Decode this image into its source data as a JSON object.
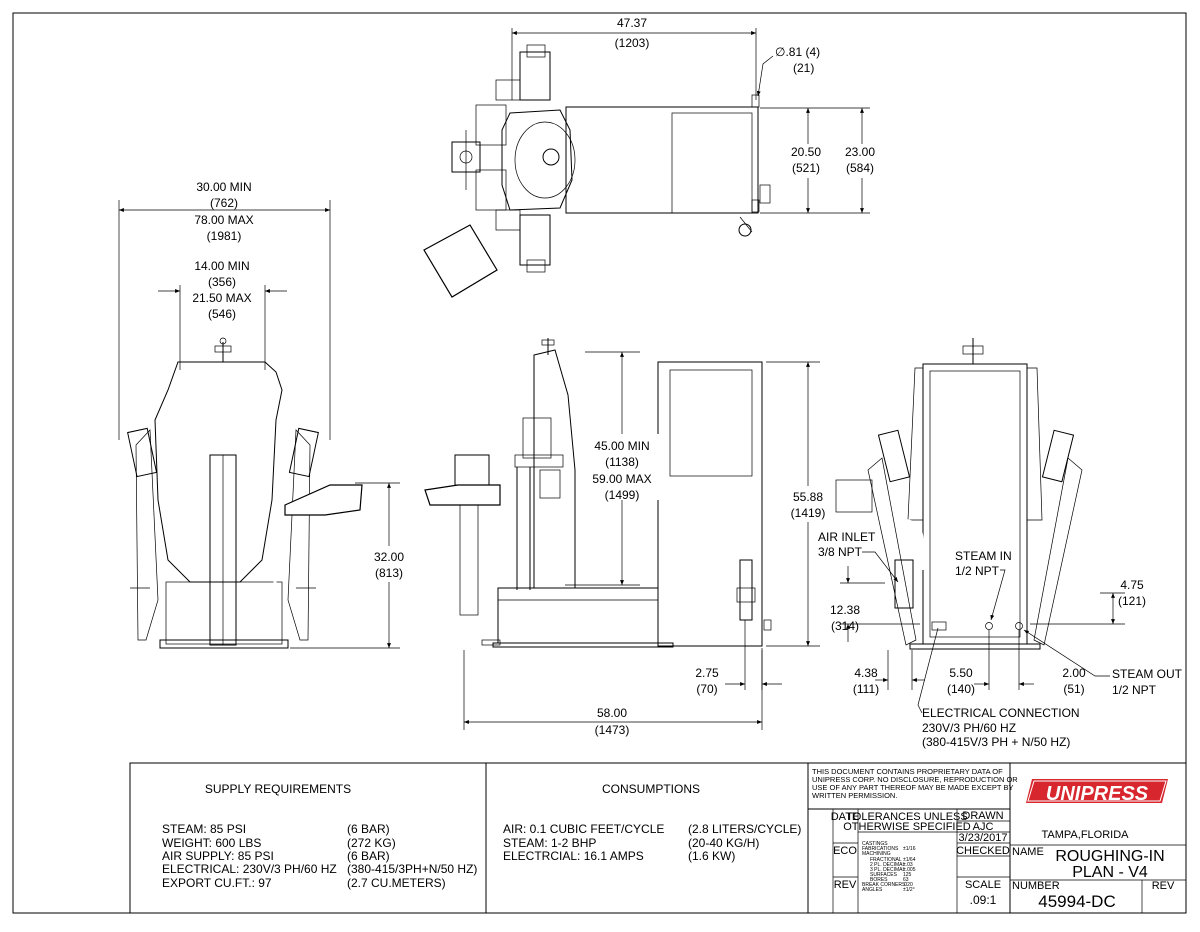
{
  "top_view": {
    "width_in": "47.37",
    "width_mm": "(1203)",
    "hole_in": "∅.81 (4)",
    "hole_mm": "(21)",
    "d1_in": "20.50",
    "d1_mm": "(521)",
    "d2_in": "23.00",
    "d2_mm": "(584)"
  },
  "front_view": {
    "w1_in": "30.00 MIN",
    "w1_mm": "(762)",
    "w2_in": "78.00 MAX",
    "w2_mm": "(1981)",
    "w3_in": "14.00 MIN",
    "w3_mm": "(356)",
    "w4_in": "21.50 MAX",
    "w4_mm": "(546)",
    "h_in": "32.00",
    "h_mm": "(813)"
  },
  "side_view": {
    "h1_in": "45.00 MIN",
    "h1_mm": "(1138)",
    "h2_in": "59.00 MAX",
    "h2_mm": "(1499)",
    "h3_in": "55.88",
    "h3_mm": "(1419)",
    "d_in": "2.75",
    "d_mm": "(70)",
    "len_in": "58.00",
    "len_mm": "(1473)"
  },
  "rear_view": {
    "air_inlet": "AIR INLET",
    "air_npt": "3/8 NPT",
    "steam_in": "STEAM IN",
    "steam_in_npt": "1/2 NPT",
    "steam_out": "STEAM OUT",
    "steam_out_npt": "1/2 NPT",
    "r1_in": "12.38",
    "r1_mm": "(314)",
    "r2_in": "4.38",
    "r2_mm": "(111)",
    "r3_in": "5.50",
    "r3_mm": "(140)",
    "r4_in": "2.00",
    "r4_mm": "(51)",
    "r5_in": "4.75",
    "r5_mm": "(121)",
    "elec_title": "ELECTRICAL CONNECTION",
    "elec_l1": "230V/3 PH/60 HZ",
    "elec_l2": "(380-415V/3 PH + N/50 HZ)"
  },
  "supply": {
    "heading": "SUPPLY REQUIREMENTS",
    "rows": [
      {
        "label": "STEAM: 85 PSI",
        "value": "(6 BAR)"
      },
      {
        "label": "WEIGHT: 600 LBS",
        "value": "(272 KG)"
      },
      {
        "label": "AIR SUPPLY: 85 PSI",
        "value": "(6 BAR)"
      },
      {
        "label": "ELECTRICAL: 230V/3 PH/60 HZ",
        "value": "(380-415/3PH+N/50 HZ)"
      },
      {
        "label": "EXPORT CU.FT.: 97",
        "value": "(2.7 CU.METERS)"
      }
    ]
  },
  "consumptions": {
    "heading": "CONSUMPTIONS",
    "rows": [
      {
        "label": "AIR: 0.1 CUBIC FEET/CYCLE",
        "value": "(2.8 LITERS/CYCLE)"
      },
      {
        "label": "STEAM: 1-2 BHP",
        "value": "(20-40 KG/H)"
      },
      {
        "label": "ELECTRCIAL: 16.1 AMPS",
        "value": "(1.6 KW)"
      }
    ]
  },
  "title_block": {
    "notice": [
      "THIS DOCUMENT CONTAINS PROPRIETARY DATA OF",
      "UNIPRESS CORP. NO DISCLOSURE, REPRODUCTION OR",
      "USE OF ANY PART THEREOF MAY BE MADE EXCEPT BY",
      "WRITTEN PERMISSION."
    ],
    "date_label": "DATE",
    "tol_l1": "TOLERANCES UNLESS",
    "tol_l2": "OTHERWISE SPECIFIED",
    "eco_label": "ECO",
    "rev_label": "REV",
    "tol_items": [
      {
        "label": "CASTINGS",
        "value": ""
      },
      {
        "label": "FABRICATIONS",
        "value": "±1/16"
      },
      {
        "label": "MACHINING",
        "value": ""
      },
      {
        "label": "FRACTIONAL",
        "value": "±1/64"
      },
      {
        "label": "2 PL. DECIMAL",
        "value": "±.03"
      },
      {
        "label": "3 PL. DECIMAL",
        "value": "±.005"
      },
      {
        "label": "SURFACES",
        "value": "125"
      },
      {
        "label": "BORES",
        "value": "63"
      },
      {
        "label": "BREAK CORNERS",
        "value": ".020"
      },
      {
        "label": "ANGLES",
        "value": "±1/2°"
      }
    ],
    "drawn_label": "DRAWN",
    "drawn_by": "AJC",
    "drawn_date": "3/23/2017",
    "checked_label": "CHECKED",
    "scale_label": "SCALE",
    "scale_value": ".09:1",
    "logo": "UNIPRESS",
    "location": "TAMPA,FLORIDA",
    "name_label": "NAME",
    "name_l1": "ROUGHING-IN",
    "name_l2": "PLAN - V4",
    "number_label": "NUMBER",
    "number_value": "45994-DC",
    "rev_col_label": "REV"
  },
  "colors": {
    "logo_red": "#d7262d",
    "line": "#000000"
  }
}
